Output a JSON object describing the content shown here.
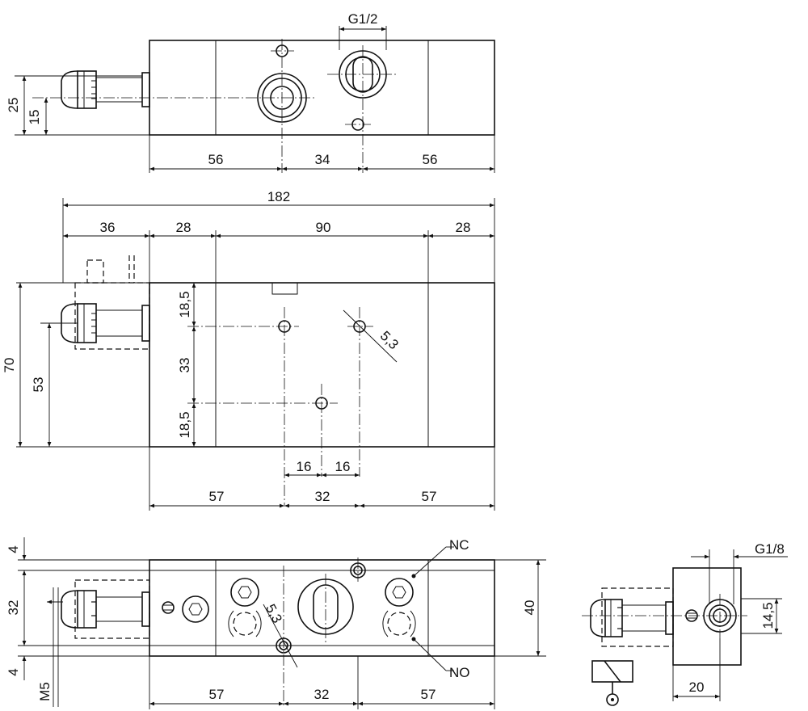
{
  "top_view": {
    "port_thread": "G1/2",
    "height_outer": "25",
    "height_inner": "15",
    "spacing_left": "56",
    "spacing_mid": "34",
    "spacing_right": "56"
  },
  "front_view": {
    "overall_length": "182",
    "seg_coil": "36",
    "seg_left": "28",
    "seg_mid": "90",
    "seg_right": "28",
    "height": "70",
    "coil_axis_height": "53",
    "hole_gap_top": "18,5",
    "hole_gap_mid": "33",
    "hole_gap_bottom": "18,5",
    "hole_diameter": "5,3",
    "offset_left": "16",
    "offset_right": "16",
    "bottom_left": "57",
    "bottom_mid": "32",
    "bottom_right": "57"
  },
  "bottom_view": {
    "margin_top": "4",
    "inner_height": "32",
    "margin_bottom": "4",
    "thread": "M5",
    "depth": "40",
    "hole_diameter": "5,3",
    "label_nc": "NC",
    "label_no": "NO",
    "bottom_left": "57",
    "bottom_mid": "32",
    "bottom_right": "57"
  },
  "side_view": {
    "pilot_thread": "G1/8",
    "port_height": "14,5",
    "width": "20"
  },
  "icons": [
    "solenoid-symbol-icon",
    "ground-symbol-icon"
  ]
}
